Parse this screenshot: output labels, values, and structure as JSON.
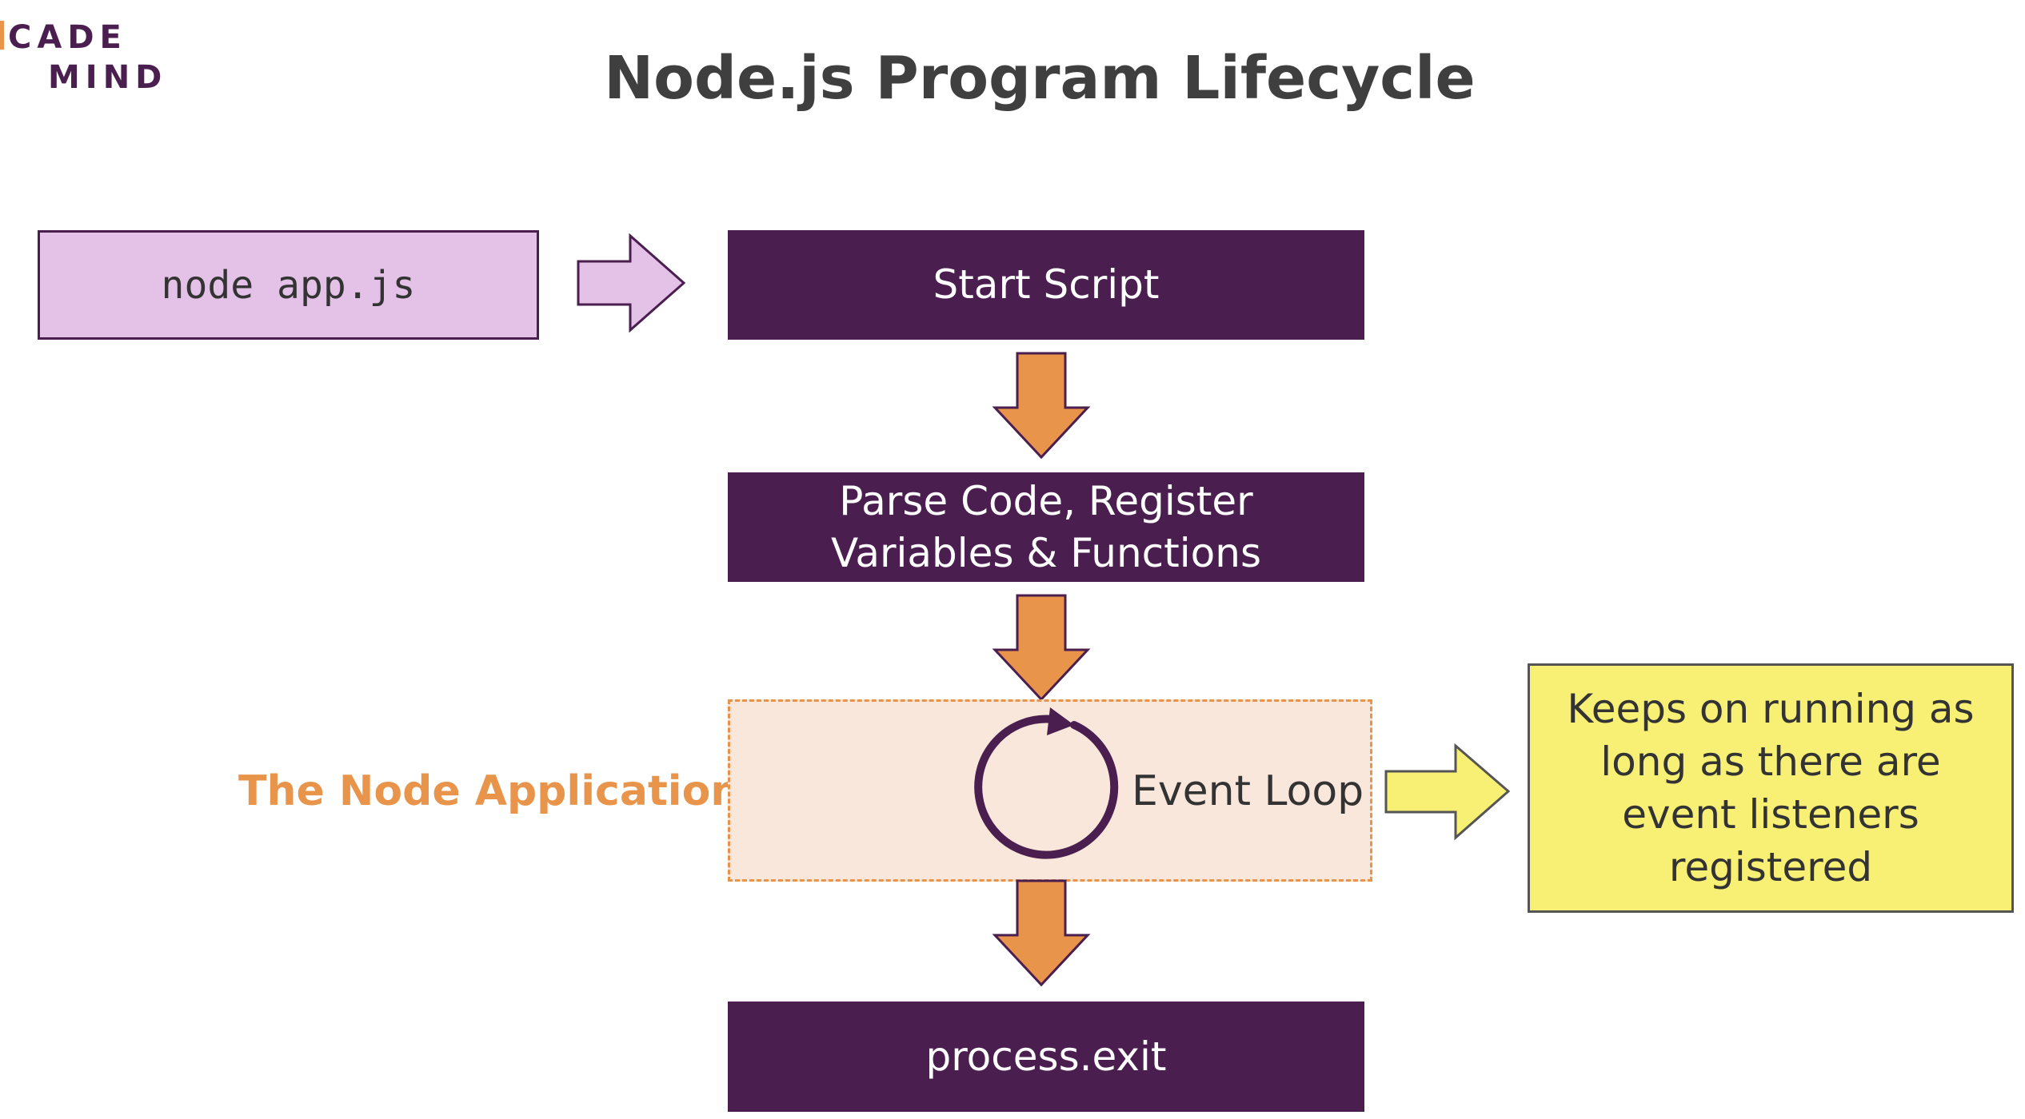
{
  "logo": {
    "line1": "CADE",
    "line2": "MIND"
  },
  "title": "Node.js Program Lifecycle",
  "command": "node app.js",
  "steps": {
    "start": "Start Script",
    "parse": "Parse Code, Register\nVariables & Functions",
    "exit": "process.exit"
  },
  "application_label": "The Node Application",
  "event_loop_label": "Event Loop",
  "note": "Keeps on running as long as there are event listeners registered",
  "colors": {
    "step_fill": "#4a1f4f",
    "command_fill": "#e4c2e8",
    "arrow_orange": "#e8944b",
    "region_fill": "#f9e7dc",
    "note_fill": "#f8f074",
    "arrow_yellow": "#f8f074"
  }
}
